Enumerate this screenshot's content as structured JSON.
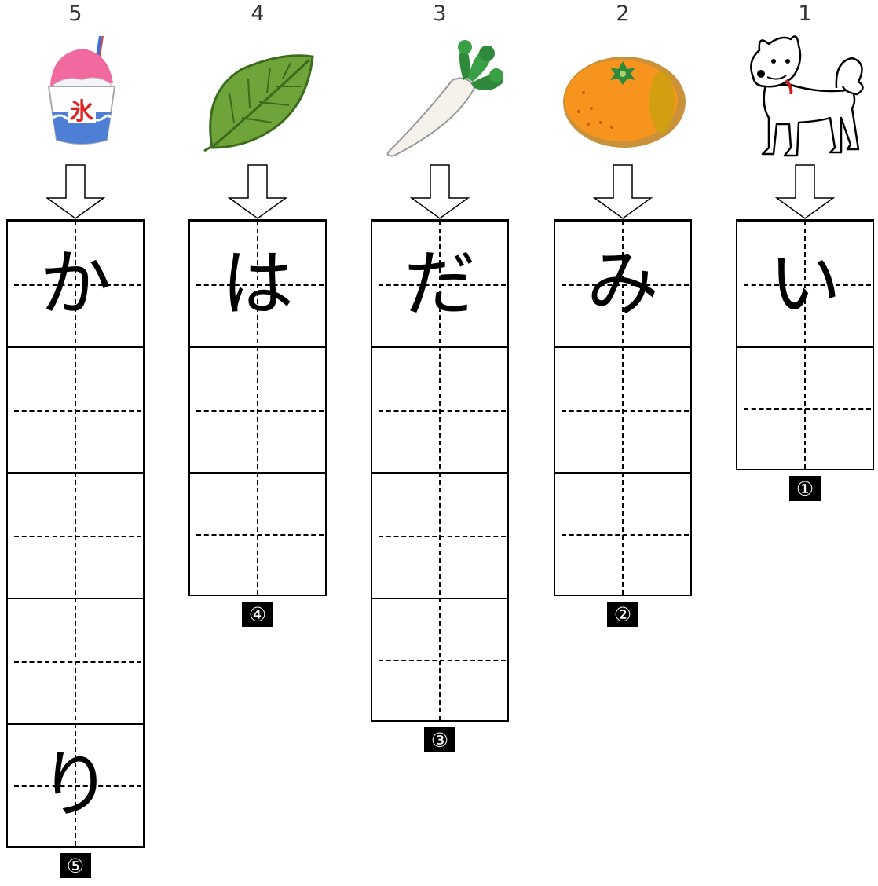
{
  "columns": [
    {
      "number": "5",
      "picture": "shaved-ice",
      "answer": {
        "first": "か",
        "last": "り"
      },
      "badge": "⑤"
    },
    {
      "number": "4",
      "picture": "leaf",
      "answer": {
        "first": "は",
        "last": ""
      },
      "badge": "④"
    },
    {
      "number": "3",
      "picture": "daikon-radish",
      "answer": {
        "first": "だ",
        "last": ""
      },
      "badge": "③"
    },
    {
      "number": "2",
      "picture": "mandarin-orange",
      "answer": {
        "first": "み",
        "last": ""
      },
      "badge": "②"
    },
    {
      "number": "1",
      "picture": "dog",
      "answer": {
        "first": "い",
        "last": ""
      },
      "badge": "①"
    }
  ],
  "ice_cup_text": "氷",
  "colors": {
    "ink": "#000000",
    "badge_bg": "#000000",
    "badge_text": "#ffffff"
  }
}
